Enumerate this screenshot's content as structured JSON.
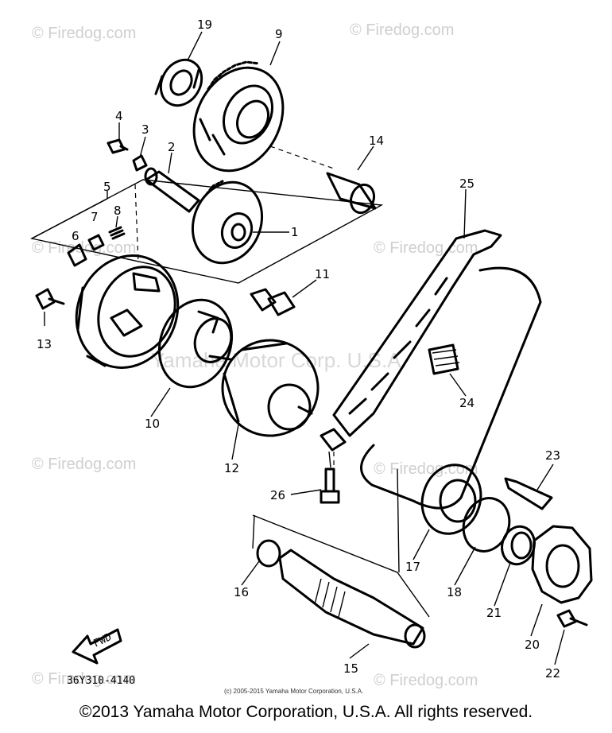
{
  "watermarks": {
    "firedog": "© Firedog.com",
    "center": "Yamaha Motor Corp. U.S.A."
  },
  "labels": {
    "p1": "1",
    "p2": "2",
    "p3": "3",
    "p4": "4",
    "p5": "5",
    "p6": "6",
    "p7": "7",
    "p8": "8",
    "p9": "9",
    "p10": "10",
    "p11": "11",
    "p12": "12",
    "p13": "13",
    "p14": "14",
    "p15": "15",
    "p16": "16",
    "p17": "17",
    "p18": "18",
    "p19": "19",
    "p20": "20",
    "p21": "21",
    "p22": "22",
    "p23": "23",
    "p24": "24",
    "p25": "25",
    "p26": "26"
  },
  "fwd_label": "FWD",
  "diagram_code": "36Y310-4140",
  "small_copyright": "(c) 2005-2015 Yamaha Motor Corporation, U.S.A.",
  "footer_copyright": "©2013 Yamaha Motor Corporation, U.S.A. All rights reserved."
}
